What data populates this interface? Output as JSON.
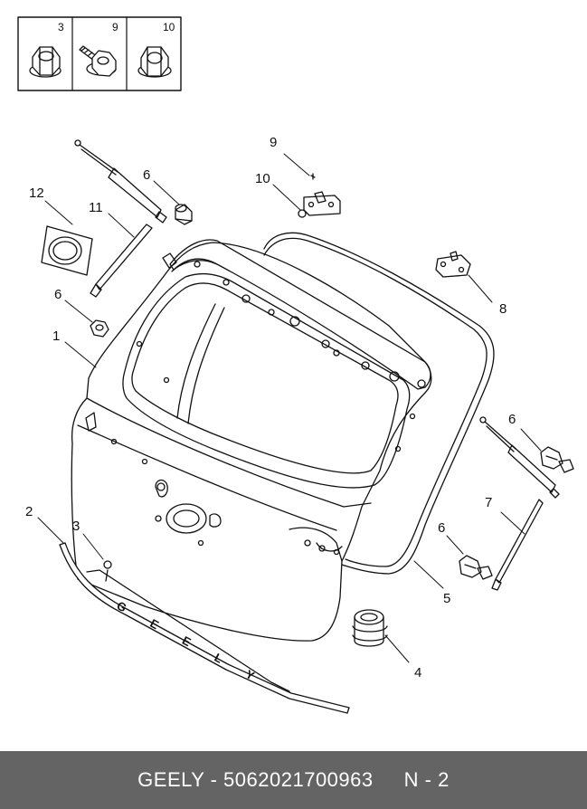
{
  "legend": {
    "items": [
      {
        "number": "3",
        "icon": "flange-nut-icon"
      },
      {
        "number": "9",
        "icon": "flange-bolt-icon"
      },
      {
        "number": "10",
        "icon": "flange-nut-icon"
      }
    ]
  },
  "callouts": {
    "c1": "1",
    "c2": "2",
    "c3": "3",
    "c4": "4",
    "c5": "5",
    "c6a": "6",
    "c6b": "6",
    "c6c": "6",
    "c6d": "6",
    "c7": "7",
    "c8": "8",
    "c9": "9",
    "c10": "10",
    "c11": "11",
    "c12": "12"
  },
  "emblem_text": "G E E L Y",
  "footer": {
    "brand": "GEELY - 5062021700963",
    "page": "N - 2"
  },
  "colors": {
    "line": "#111111",
    "footer_bg": "#646464",
    "footer_text": "#ffffff"
  }
}
